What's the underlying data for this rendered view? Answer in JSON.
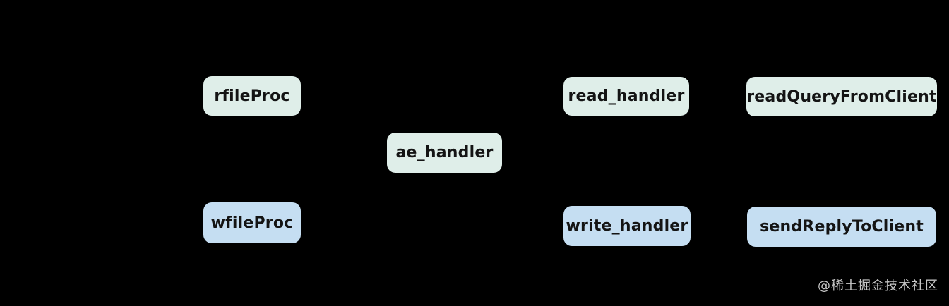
{
  "diagram": {
    "background": "#000000",
    "node_text_color": "#141414",
    "colors": {
      "mint": "#dfeee9",
      "blue": "#c5def2"
    },
    "nodes": [
      {
        "id": "rfileProc",
        "label": "rfileProc",
        "color": "mint"
      },
      {
        "id": "ae_handler",
        "label": "ae_handler",
        "color": "mint"
      },
      {
        "id": "read_handler",
        "label": "read_handler",
        "color": "mint"
      },
      {
        "id": "readQueryFromClient",
        "label": "readQueryFromClient",
        "color": "mint"
      },
      {
        "id": "wfileProc",
        "label": "wfileProc",
        "color": "blue"
      },
      {
        "id": "write_handler",
        "label": "write_handler",
        "color": "blue"
      },
      {
        "id": "sendReplyToClient",
        "label": "sendReplyToClient",
        "color": "blue"
      }
    ],
    "watermark": {
      "text": "@稀土掘金技术社区",
      "color": "#d2d2d2"
    }
  }
}
